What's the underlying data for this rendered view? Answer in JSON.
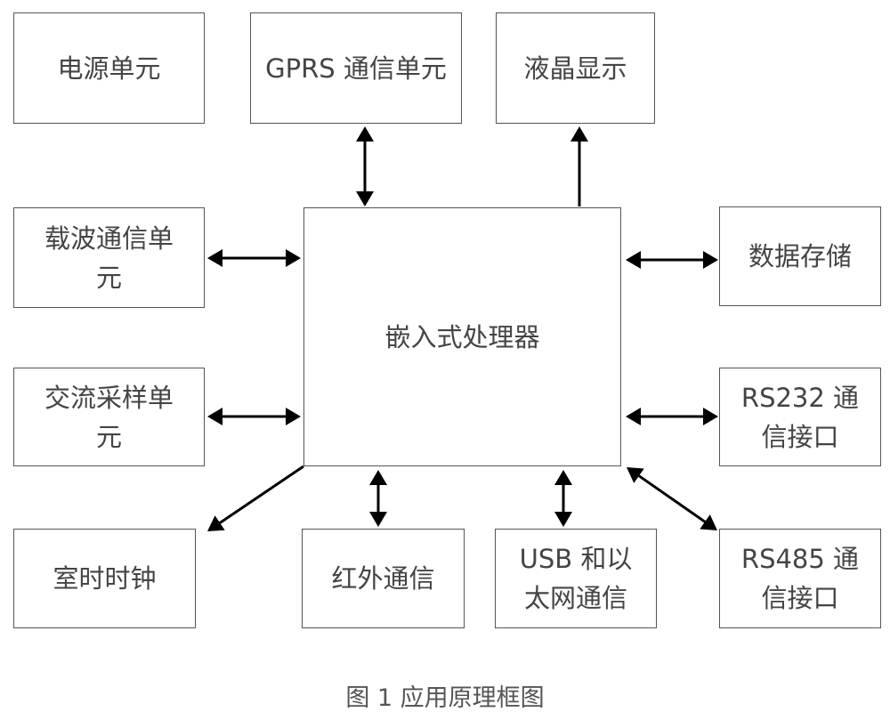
{
  "diagram": {
    "type": "block-diagram",
    "nodes": {
      "power": "电源单元",
      "gprs": "GPRS 通信单元",
      "lcd": "液晶显示",
      "carrier": "载波通信单元",
      "processor": "嵌入式处理器",
      "storage": "数据存储",
      "ac_sampling": "交流采样单元",
      "rs232": "RS232 通信接口",
      "clock": "室时时钟",
      "infrared": "红外通信",
      "usb_ethernet": "USB 和以太网通信",
      "rs485": "RS485 通信接口"
    },
    "edges": [
      {
        "from": "processor",
        "to": "gprs",
        "direction": "both"
      },
      {
        "from": "processor",
        "to": "lcd",
        "direction": "forward"
      },
      {
        "from": "processor",
        "to": "carrier",
        "direction": "both"
      },
      {
        "from": "processor",
        "to": "storage",
        "direction": "both"
      },
      {
        "from": "processor",
        "to": "ac_sampling",
        "direction": "both"
      },
      {
        "from": "processor",
        "to": "rs232",
        "direction": "both"
      },
      {
        "from": "processor",
        "to": "clock",
        "direction": "forward"
      },
      {
        "from": "processor",
        "to": "infrared",
        "direction": "both"
      },
      {
        "from": "processor",
        "to": "usb_ethernet",
        "direction": "both"
      },
      {
        "from": "processor",
        "to": "rs485",
        "direction": "both"
      }
    ],
    "colors": {
      "line": "#000000",
      "border": "#555555",
      "text": "#444444"
    }
  },
  "caption": "图 1 应用原理框图"
}
